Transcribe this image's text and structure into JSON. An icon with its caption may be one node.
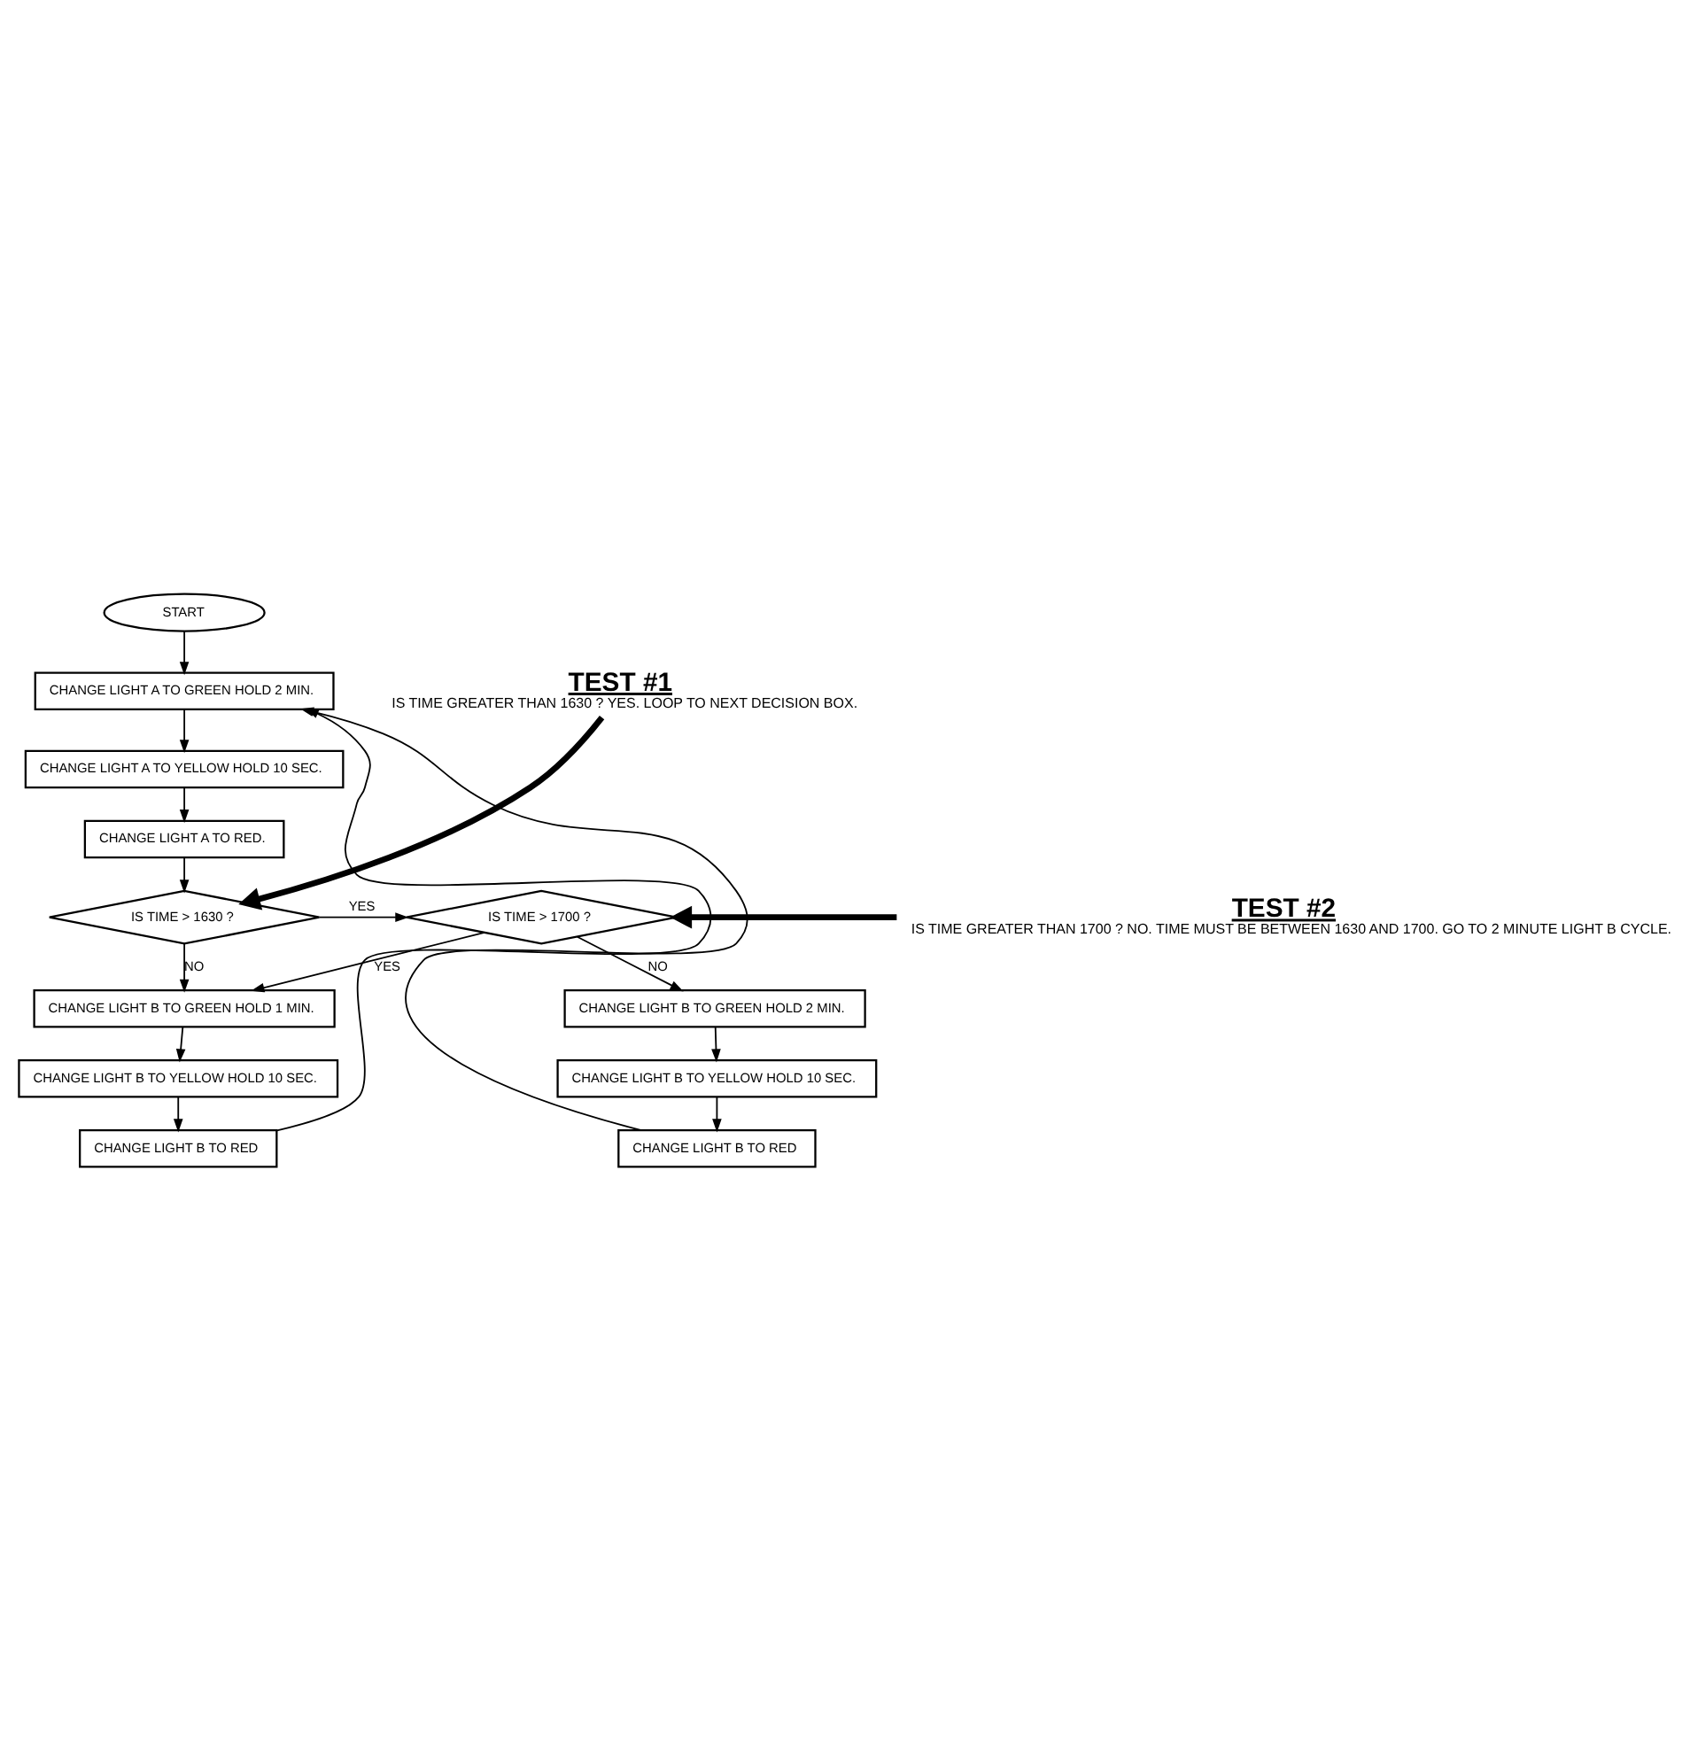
{
  "diagram": {
    "nodes": [
      {
        "text": [
          "START"
        ]
      },
      {
        "text": [
          "CHANGE LIGHT A TO GREEN HOLD 2 MIN."
        ]
      },
      {
        "text": [
          "CHANGE LIGHT A TO YELLOW HOLD 10 SEC."
        ]
      },
      {
        "text": [
          "CHANGE LIGHT A TO RED."
        ]
      },
      {
        "text": [
          "IS TIME > 1630 ?"
        ]
      },
      {
        "text": [
          "IS TIME > 1700 ?"
        ]
      },
      {
        "text": [
          "CHANGE LIGHT B TO GREEN HOLD 1 MIN."
        ]
      },
      {
        "text": [
          "CHANGE LIGHT B TO YELLOW HOLD 10 SEC."
        ]
      },
      {
        "text": [
          "CHANGE LIGHT B TO RED"
        ]
      },
      {
        "text": [
          "CHANGE LIGHT B TO GREEN HOLD 2 MIN."
        ]
      },
      {
        "text": [
          "CHANGE LIGHT B TO YELLOW HOLD 10 SEC."
        ]
      },
      {
        "text": [
          "CHANGE LIGHT B TO RED"
        ]
      },
      {
        "text": [
          "TEST #1",
          "IS TIME GREATER THAN 1630 ? YES. LOOP TO NEXT DECISION BOX."
        ]
      },
      {
        "text": [
          "TEST #2",
          "IS TIME GREATER THAN 1700 ? NO. TIME MUST BE BETWEEN 1630 AND 1700. GO TO 2 MINUTE LIGHT B CYCLE."
        ]
      }
    ],
    "edges": [
      {
        "from": 0,
        "to": 1,
        "arrow": "to"
      },
      {
        "from": 1,
        "to": 2,
        "arrow": "to"
      },
      {
        "from": 2,
        "to": 3,
        "arrow": "to"
      },
      {
        "from": 3,
        "to": 4,
        "arrow": "to"
      },
      {
        "from": 4,
        "to": 5,
        "label": "YES",
        "arrow": "to"
      },
      {
        "from": 4,
        "to": 6,
        "label": "NO",
        "arrow": "to"
      },
      {
        "from": 5,
        "to": 6,
        "label": "YES",
        "arrow": "to"
      },
      {
        "from": 5,
        "to": 9,
        "label": "NO",
        "arrow": "to"
      },
      {
        "from": 6,
        "to": 7,
        "arrow": "to"
      },
      {
        "from": 7,
        "to": 8,
        "arrow": "to"
      },
      {
        "from": 9,
        "to": 10,
        "arrow": "to"
      },
      {
        "from": 10,
        "to": 11,
        "arrow": "to"
      },
      {
        "from": 8,
        "to": 1,
        "arrow": "to"
      },
      {
        "from": 11,
        "to": 1,
        "arrow": "to"
      },
      {
        "from": 12,
        "to": 4,
        "arrow": "to",
        "style": "thick"
      },
      {
        "from": 13,
        "to": 5,
        "arrow": "to",
        "style": "thick"
      }
    ]
  }
}
